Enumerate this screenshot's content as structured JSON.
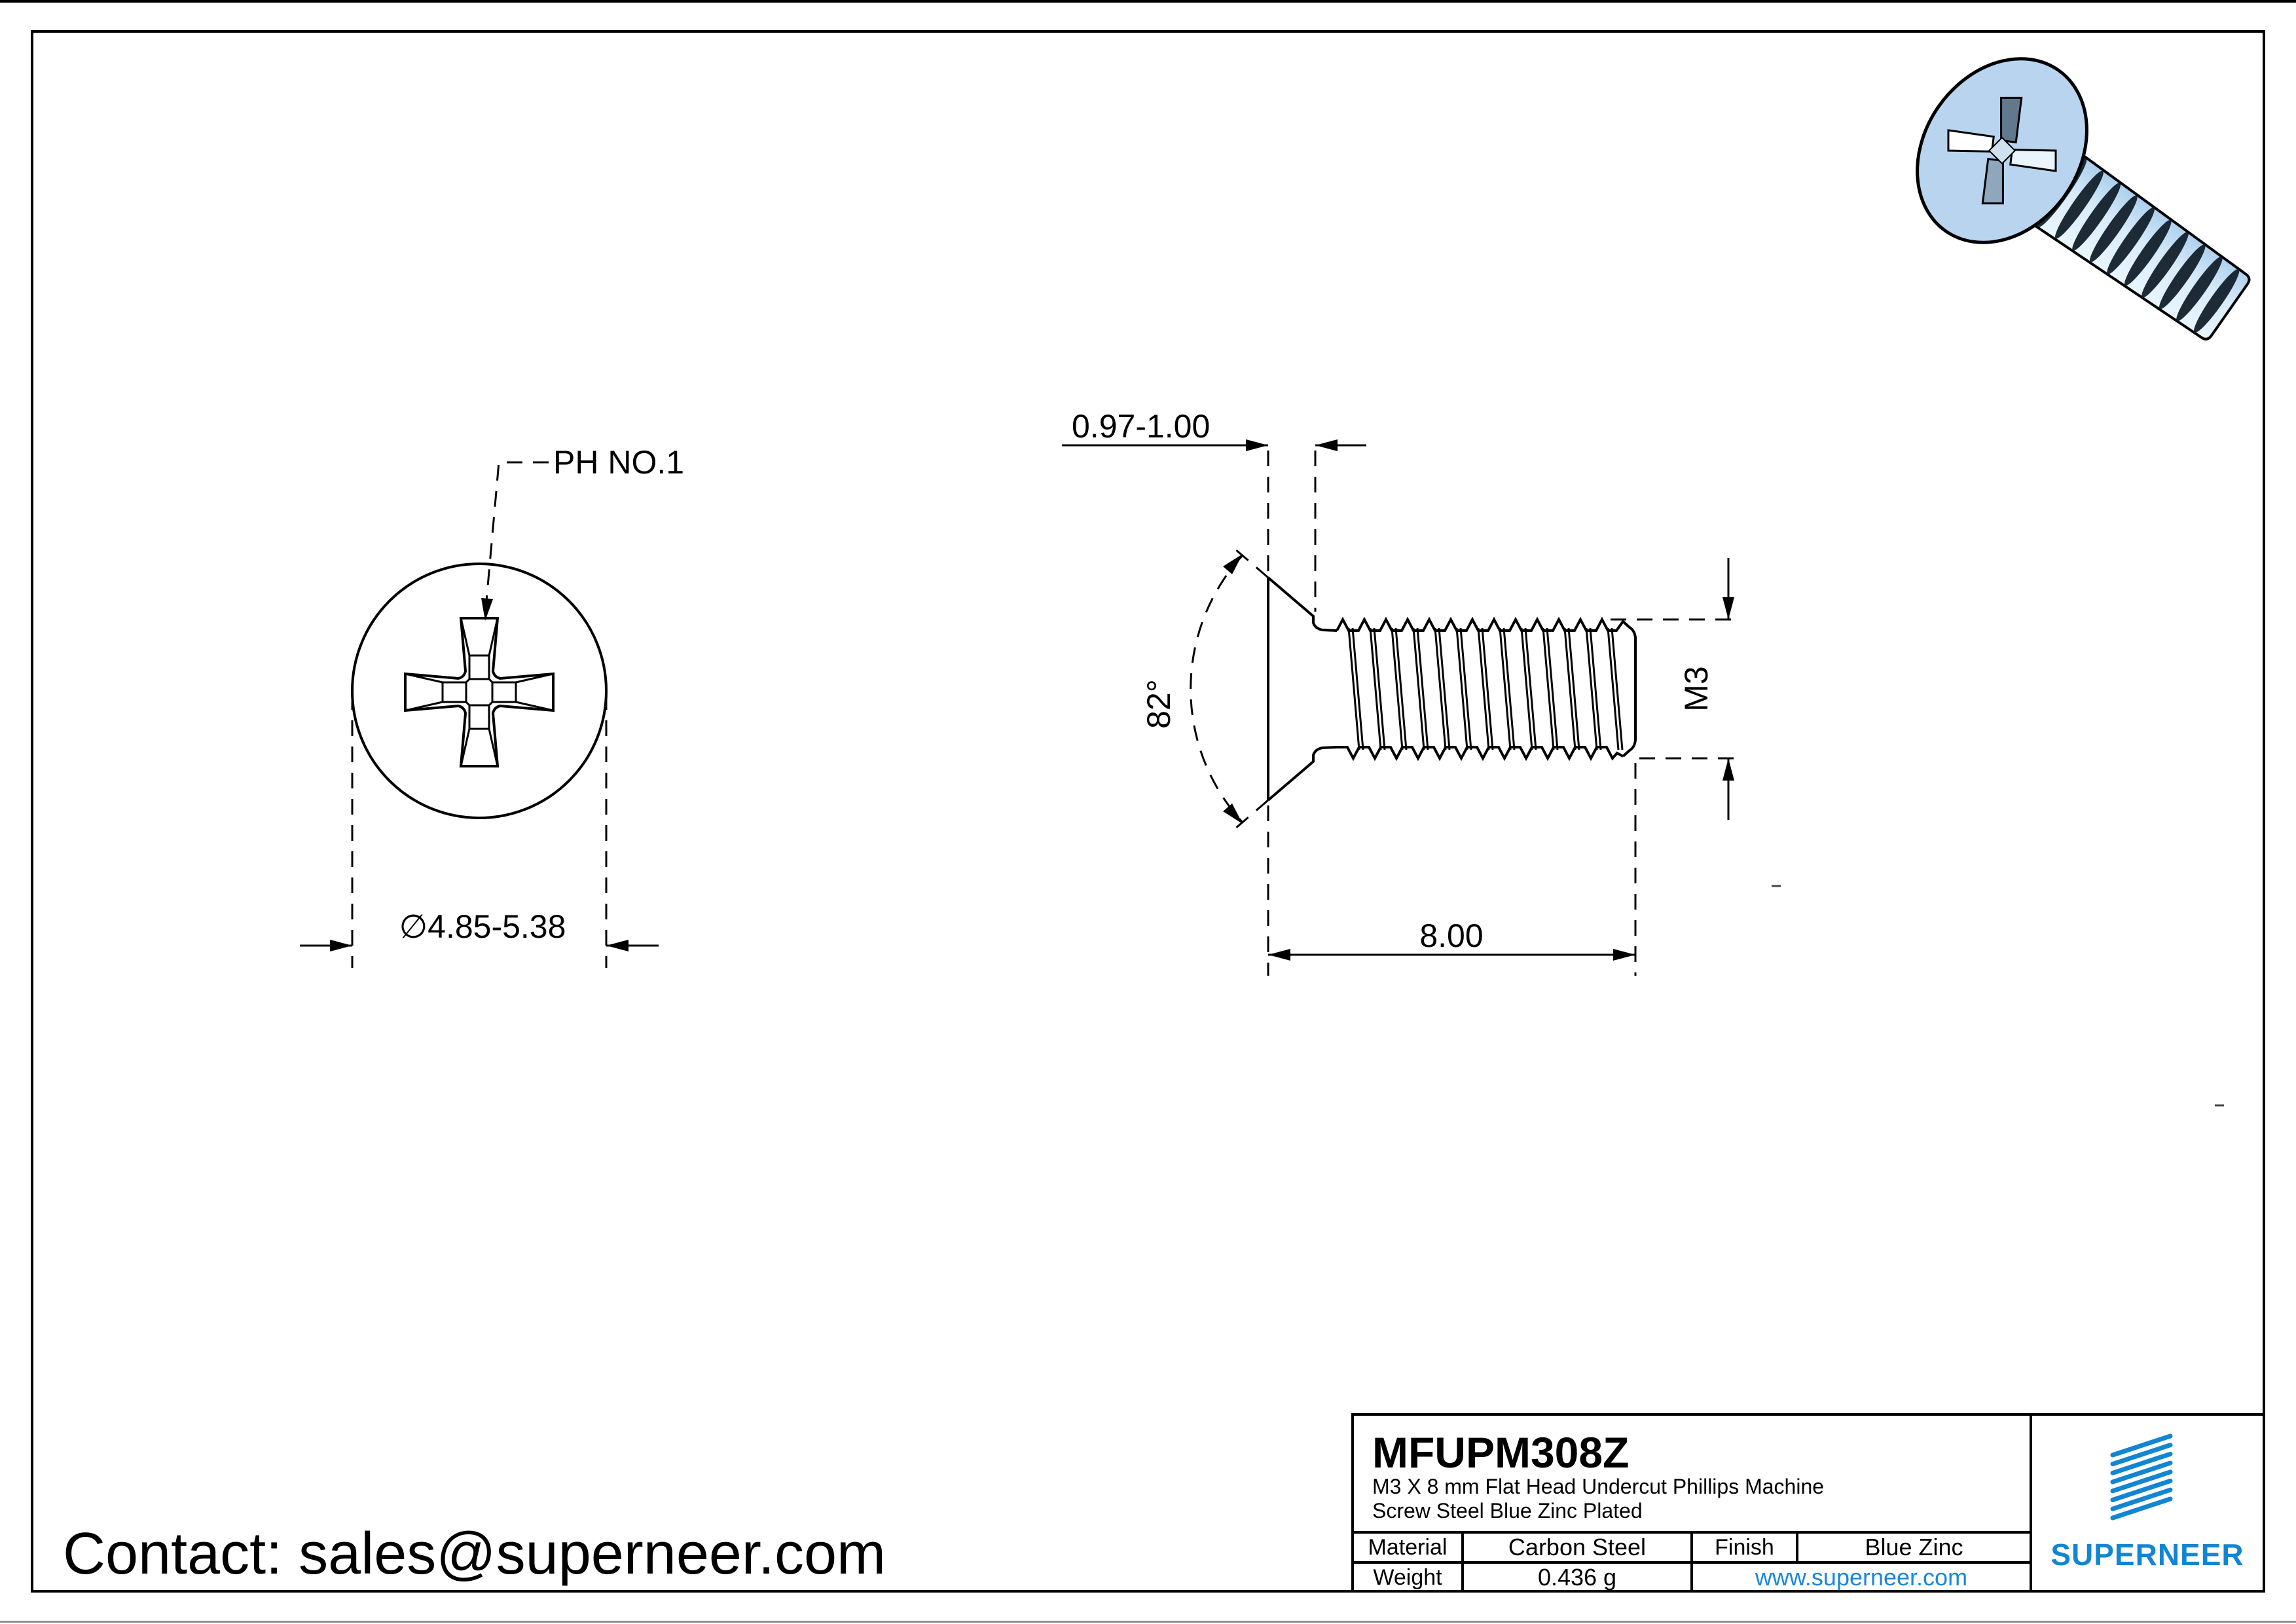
{
  "page": {
    "contact": "Contact: sales@superneer.com"
  },
  "front_view": {
    "recess_label": "PH NO.1",
    "diameter_label": "∅4.85-5.38"
  },
  "side_view": {
    "head_height_label": "0.97-1.00",
    "angle_label": "82°",
    "thread_size_label": "M3",
    "length_label": "8.00"
  },
  "title_block": {
    "part_number": "MFUPM308Z",
    "description_line1": "M3 X 8 mm  Flat Head Undercut Phillips Machine",
    "description_line2": "Screw Steel Blue Zinc Plated",
    "material_label": "Material",
    "material_value": "Carbon Steel",
    "finish_label": "Finish",
    "finish_value": "Blue Zinc",
    "weight_label": "Weight",
    "weight_value": "0.436 g",
    "website": "www.superneer.com",
    "brand": "SUPERNEER"
  },
  "colors": {
    "accent_blue": "#1286d2",
    "link_blue": "#1b87d8",
    "line_black": "#000000",
    "screw_head_fill": "#b9d4ee",
    "screw_body_light": "#e9f6fe",
    "screw_body_shade": "#a8cdec",
    "thread_stripe_dark": "#0e1b26"
  }
}
